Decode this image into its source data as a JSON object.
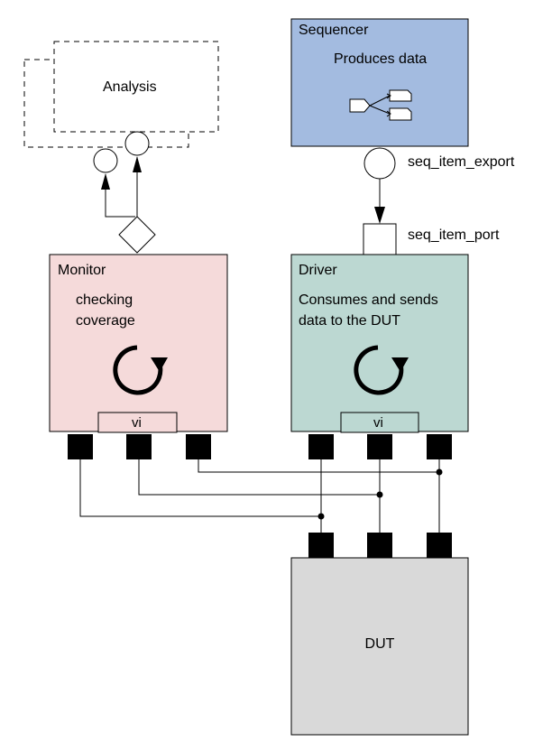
{
  "analysis": {
    "label": "Analysis"
  },
  "sequencer": {
    "title": "Sequencer",
    "subtitle": "Produces data",
    "export_label": "seq_item_export",
    "color": "#a3bbe0"
  },
  "driver": {
    "title": "Driver",
    "desc_line1": "Consumes and sends",
    "desc_line2": "data to the DUT",
    "port_label": "seq_item_port",
    "vi_label": "vi",
    "color": "#bcd8d2"
  },
  "monitor": {
    "title": "Monitor",
    "desc_line1": "checking",
    "desc_line2": "coverage",
    "vi_label": "vi",
    "color": "#f5dada"
  },
  "dut": {
    "label": "DUT",
    "color": "#d9d9d9"
  }
}
